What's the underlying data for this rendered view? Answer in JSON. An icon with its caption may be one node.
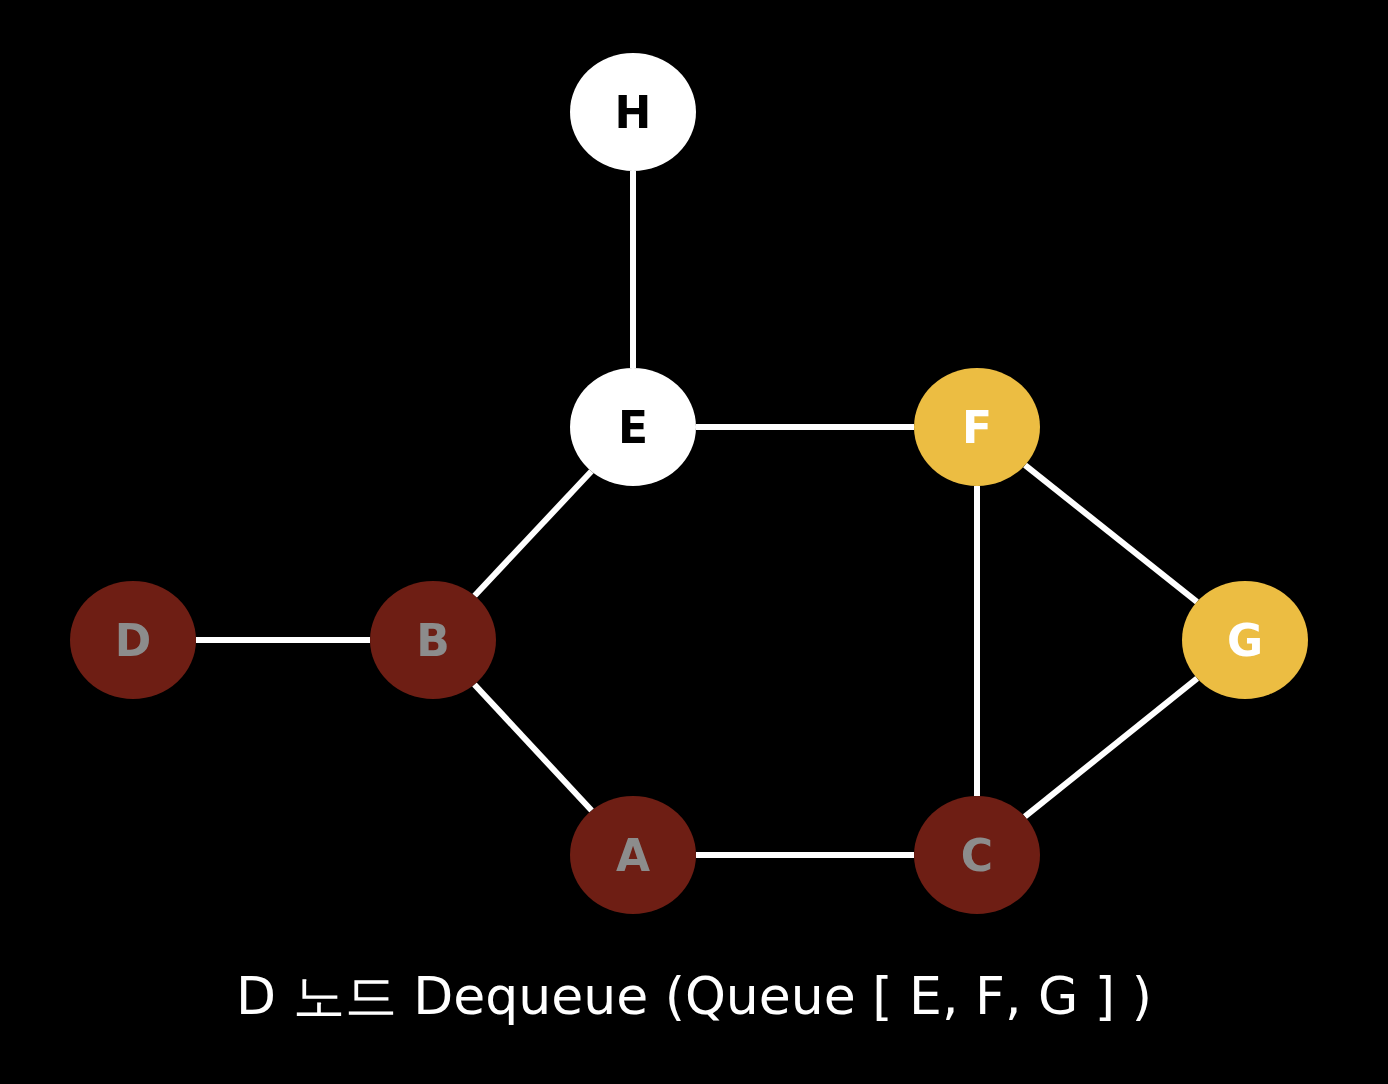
{
  "diagram": {
    "caption": "D 노드 Dequeue (Queue [ E, F, G ] )",
    "nodes": [
      {
        "text": [
          "H"
        ]
      },
      {
        "text": [
          "E"
        ]
      },
      {
        "text": [
          "F"
        ]
      },
      {
        "text": [
          "D"
        ]
      },
      {
        "text": [
          "B"
        ]
      },
      {
        "text": [
          "G"
        ]
      },
      {
        "text": [
          "A"
        ]
      },
      {
        "text": [
          "C"
        ]
      }
    ],
    "edges": [
      {
        "from": 0,
        "to": 1,
        "arrow": "none"
      },
      {
        "from": 1,
        "to": 2,
        "arrow": "none"
      },
      {
        "from": 1,
        "to": 4,
        "arrow": "none"
      },
      {
        "from": 3,
        "to": 4,
        "arrow": "none"
      },
      {
        "from": 4,
        "to": 6,
        "arrow": "none"
      },
      {
        "from": 6,
        "to": 7,
        "arrow": "none"
      },
      {
        "from": 2,
        "to": 7,
        "arrow": "none"
      },
      {
        "from": 2,
        "to": 5,
        "arrow": "none"
      },
      {
        "from": 5,
        "to": 7,
        "arrow": "none"
      }
    ]
  }
}
